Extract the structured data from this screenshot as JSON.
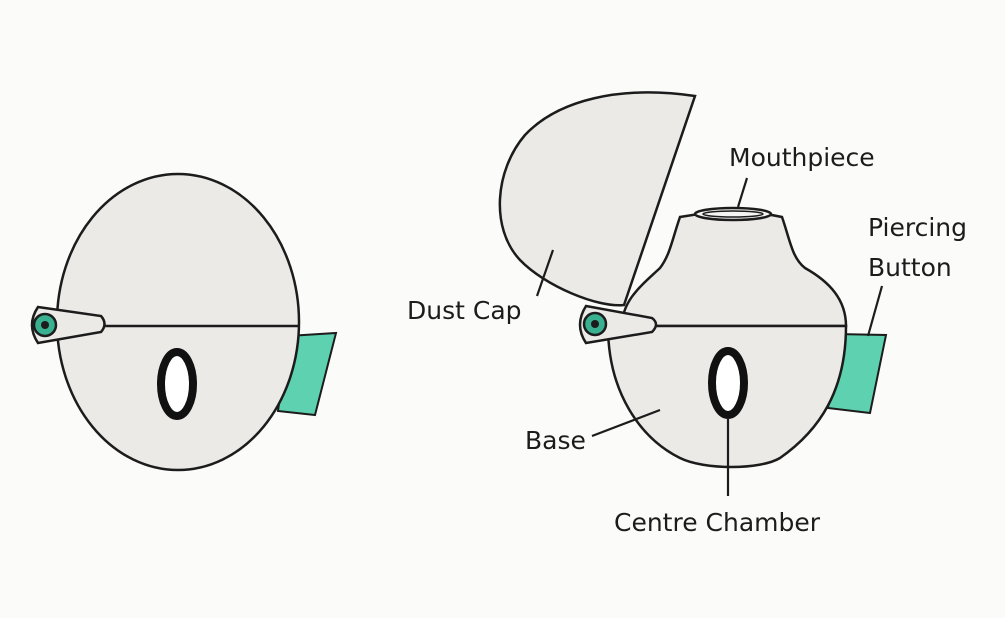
{
  "diagram": {
    "labels": {
      "mouthpiece": "Mouthpiece",
      "piercing_button_line1": "Piercing",
      "piercing_button_line2": "Button",
      "dust_cap": "Dust Cap",
      "base": "Base",
      "centre_chamber": "Centre Chamber"
    },
    "colors": {
      "body_fill": "#ebeae7",
      "outline": "#1c1c1c",
      "button_fill": "#5ed2b0",
      "hinge_dot": "#39b08f",
      "background": "#fbfbfa"
    },
    "icons": {
      "closed_device": "inhaler-closed-icon",
      "open_device": "inhaler-open-icon"
    }
  }
}
